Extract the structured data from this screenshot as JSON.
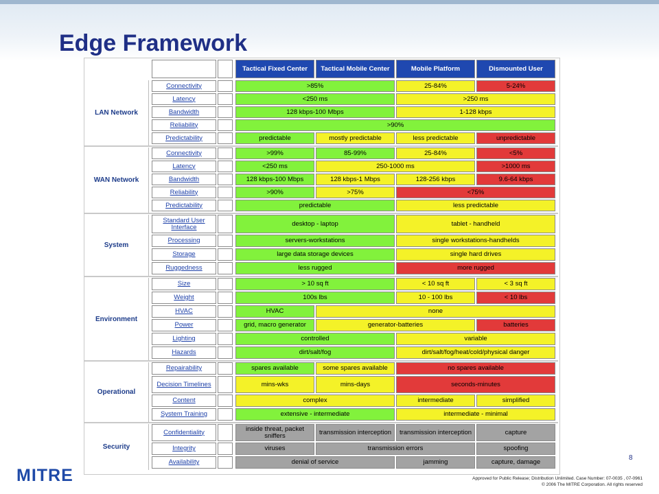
{
  "slide": {
    "title": "Edge Framework",
    "page_number": "8",
    "logo": "MITRE",
    "footer_line1": "Approved for Public Release; Distribution Unlimited. Case Number: 07-0035 , 07-0961",
    "footer_line2": "© 2006 The MITRE Corporation. All rights reserved"
  },
  "colors": {
    "green": "#82f23c",
    "yellow": "#f4f228",
    "red": "#e23a3a",
    "gray": "#a3a3a3",
    "header": "#1f48b0"
  },
  "table": {
    "headers": [
      "Tactical Fixed Center",
      "Tactical Mobile Center",
      "Mobile Platform",
      "Dismounted User"
    ],
    "sections": [
      {
        "name": "LAN Network",
        "rows": [
          {
            "attr": "Connectivity",
            "cells": [
              {
                "text": ">85%",
                "span": 2,
                "color": "green"
              },
              {
                "text": "25-84%",
                "span": 1,
                "color": "yellow"
              },
              {
                "text": "5-24%",
                "span": 1,
                "color": "red"
              }
            ]
          },
          {
            "attr": "Latency",
            "cells": [
              {
                "text": "<250 ms",
                "span": 2,
                "color": "green"
              },
              {
                "text": ">250 ms",
                "span": 2,
                "color": "yellow"
              }
            ]
          },
          {
            "attr": "Bandwidth",
            "cells": [
              {
                "text": "128 kbps-100 Mbps",
                "span": 2,
                "color": "green"
              },
              {
                "text": "1-128 kbps",
                "span": 2,
                "color": "yellow"
              }
            ]
          },
          {
            "attr": "Reliability",
            "cells": [
              {
                "text": ">90%",
                "span": 4,
                "color": "green"
              }
            ]
          },
          {
            "attr": "Predictability",
            "cells": [
              {
                "text": "predictable",
                "span": 1,
                "color": "green"
              },
              {
                "text": "mostly predictable",
                "span": 1,
                "color": "yellow"
              },
              {
                "text": "less predictable",
                "span": 1,
                "color": "yellow"
              },
              {
                "text": "unpredictable",
                "span": 1,
                "color": "red"
              }
            ]
          }
        ]
      },
      {
        "name": "WAN Network",
        "rows": [
          {
            "attr": "Connectivity",
            "cells": [
              {
                "text": ">99%",
                "span": 1,
                "color": "green"
              },
              {
                "text": "85-99%",
                "span": 1,
                "color": "green"
              },
              {
                "text": "25-84%",
                "span": 1,
                "color": "yellow"
              },
              {
                "text": "<5%",
                "span": 1,
                "color": "red"
              }
            ]
          },
          {
            "attr": "Latency",
            "cells": [
              {
                "text": "<250 ms",
                "span": 1,
                "color": "green"
              },
              {
                "text": "250-1000 ms",
                "span": 2,
                "color": "yellow"
              },
              {
                "text": ">1000 ms",
                "span": 1,
                "color": "red"
              }
            ]
          },
          {
            "attr": "Bandwidth",
            "cells": [
              {
                "text": "128 kbps-100 Mbps",
                "span": 1,
                "color": "green"
              },
              {
                "text": "128 kbps-1 Mbps",
                "span": 1,
                "color": "yellow"
              },
              {
                "text": "128-256 kbps",
                "span": 1,
                "color": "yellow"
              },
              {
                "text": "9.6-64 kbps",
                "span": 1,
                "color": "red"
              }
            ]
          },
          {
            "attr": "Reliability",
            "cells": [
              {
                "text": ">90%",
                "span": 1,
                "color": "green"
              },
              {
                "text": ">75%",
                "span": 1,
                "color": "yellow"
              },
              {
                "text": "<75%",
                "span": 2,
                "color": "red"
              }
            ]
          },
          {
            "attr": "Predictability",
            "cells": [
              {
                "text": "predictable",
                "span": 2,
                "color": "green"
              },
              {
                "text": "less predictable",
                "span": 2,
                "color": "yellow"
              }
            ]
          }
        ]
      },
      {
        "name": "System",
        "rows": [
          {
            "attr": "Standard User Interface",
            "cells": [
              {
                "text": "desktop - laptop",
                "span": 2,
                "color": "green"
              },
              {
                "text": "tablet - handheld",
                "span": 2,
                "color": "yellow"
              }
            ]
          },
          {
            "attr": "Processing",
            "cells": [
              {
                "text": "servers-workstations",
                "span": 2,
                "color": "green"
              },
              {
                "text": "single workstations-handhelds",
                "span": 2,
                "color": "yellow"
              }
            ]
          },
          {
            "attr": "Storage",
            "cells": [
              {
                "text": "large data storage devices",
                "span": 2,
                "color": "green"
              },
              {
                "text": "single hard drives",
                "span": 2,
                "color": "yellow"
              }
            ]
          },
          {
            "attr": "Ruggedness",
            "cells": [
              {
                "text": "less rugged",
                "span": 2,
                "color": "green"
              },
              {
                "text": "more rugged",
                "span": 2,
                "color": "red"
              }
            ]
          }
        ]
      },
      {
        "name": "Environment",
        "rows": [
          {
            "attr": "Size",
            "cells": [
              {
                "text": "> 10 sq ft",
                "span": 2,
                "color": "green"
              },
              {
                "text": "< 10 sq ft",
                "span": 1,
                "color": "yellow"
              },
              {
                "text": "< 3 sq ft",
                "span": 1,
                "color": "yellow"
              }
            ]
          },
          {
            "attr": "Weight",
            "cells": [
              {
                "text": "100s lbs",
                "span": 2,
                "color": "green"
              },
              {
                "text": "10 - 100 lbs",
                "span": 1,
                "color": "yellow"
              },
              {
                "text": "< 10 lbs",
                "span": 1,
                "color": "red"
              }
            ]
          },
          {
            "attr": "HVAC",
            "cells": [
              {
                "text": "HVAC",
                "span": 1,
                "color": "green"
              },
              {
                "text": "none",
                "span": 3,
                "color": "yellow"
              }
            ]
          },
          {
            "attr": "Power",
            "cells": [
              {
                "text": "grid, macro generator",
                "span": 1,
                "color": "green"
              },
              {
                "text": "generator-batteries",
                "span": 2,
                "color": "yellow"
              },
              {
                "text": "batteries",
                "span": 1,
                "color": "red"
              }
            ]
          },
          {
            "attr": "Lighting",
            "cells": [
              {
                "text": "controlled",
                "span": 2,
                "color": "green"
              },
              {
                "text": "variable",
                "span": 2,
                "color": "yellow"
              }
            ]
          },
          {
            "attr": "Hazards",
            "cells": [
              {
                "text": "dirt/salt/fog",
                "span": 2,
                "color": "green"
              },
              {
                "text": "dirt/salt/fog/heat/cold/physical danger",
                "span": 2,
                "color": "yellow"
              }
            ]
          }
        ]
      },
      {
        "name": "Operational",
        "rows": [
          {
            "attr": "Repairability",
            "cells": [
              {
                "text": "spares available",
                "span": 1,
                "color": "green"
              },
              {
                "text": "some spares available",
                "span": 1,
                "color": "yellow"
              },
              {
                "text": "no spares available",
                "span": 2,
                "color": "red"
              }
            ]
          },
          {
            "attr": "Decision Timelines",
            "cells": [
              {
                "text": "mins-wks",
                "span": 1,
                "color": "yellow"
              },
              {
                "text": "mins-days",
                "span": 1,
                "color": "yellow"
              },
              {
                "text": "seconds-minutes",
                "span": 2,
                "color": "red"
              }
            ]
          },
          {
            "attr": "Content",
            "cells": [
              {
                "text": "complex",
                "span": 2,
                "color": "yellow"
              },
              {
                "text": "intermediate",
                "span": 1,
                "color": "yellow"
              },
              {
                "text": "simplified",
                "span": 1,
                "color": "yellow"
              }
            ]
          },
          {
            "attr": "System Training",
            "cells": [
              {
                "text": "extensive - intermediate",
                "span": 2,
                "color": "green"
              },
              {
                "text": "intermediate - minimal",
                "span": 2,
                "color": "yellow"
              }
            ]
          }
        ]
      },
      {
        "name": "Security",
        "rows": [
          {
            "attr": "Confidentiality",
            "cells": [
              {
                "text": "inside threat, packet sniffers",
                "span": 1,
                "color": "gray"
              },
              {
                "text": "transmission interception",
                "span": 1,
                "color": "gray"
              },
              {
                "text": "transmission interception",
                "span": 1,
                "color": "gray"
              },
              {
                "text": "capture",
                "span": 1,
                "color": "gray"
              }
            ]
          },
          {
            "attr": "Integrity",
            "cells": [
              {
                "text": "viruses",
                "span": 1,
                "color": "gray"
              },
              {
                "text": "transmission errors",
                "span": 2,
                "color": "gray"
              },
              {
                "text": "spoofing",
                "span": 1,
                "color": "gray"
              }
            ]
          },
          {
            "attr": "Availability",
            "cells": [
              {
                "text": "denial of service",
                "span": 2,
                "color": "gray"
              },
              {
                "text": "jamming",
                "span": 1,
                "color": "gray"
              },
              {
                "text": "capture, damage",
                "span": 1,
                "color": "gray"
              }
            ]
          }
        ]
      }
    ]
  }
}
